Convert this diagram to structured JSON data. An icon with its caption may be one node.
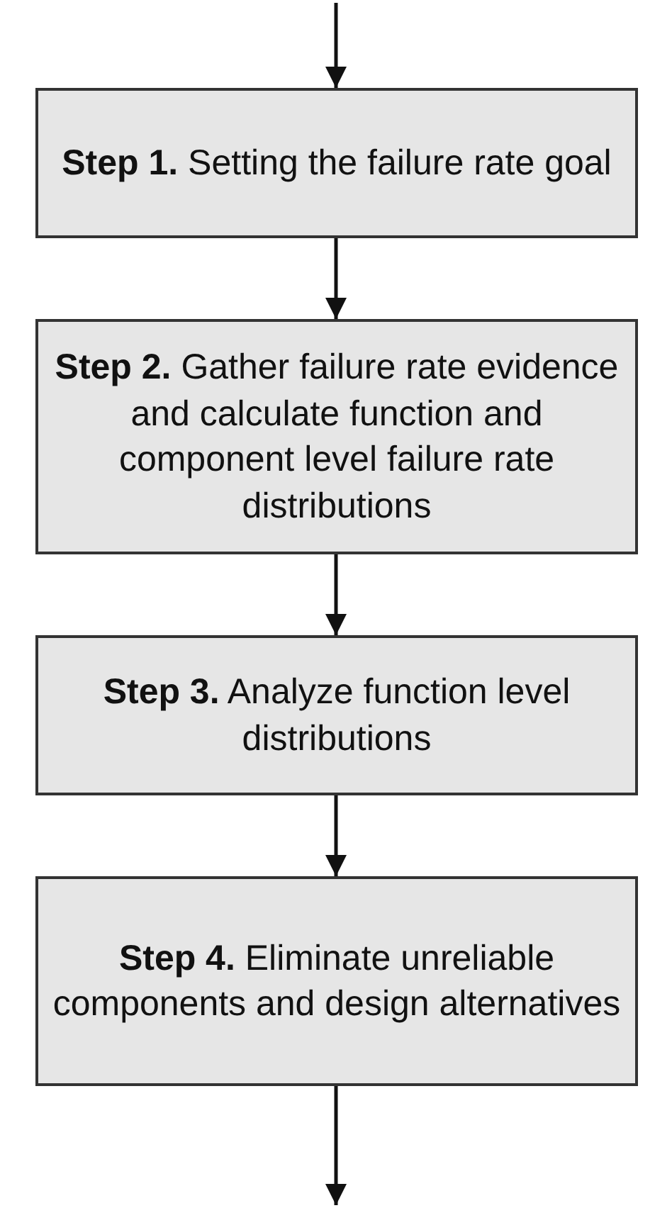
{
  "diagram": {
    "nodes": [
      {
        "text": [
          "**Step 1.** Setting the failure rate goal"
        ]
      },
      {
        "text": [
          "**Step 2.** Gather failure rate evidence and calculate function and component level failure rate distributions"
        ]
      },
      {
        "text": [
          "**Step 3.** Analyze function level distributions"
        ]
      },
      {
        "text": [
          "**Step 4.** Eliminate unreliable components and design alternatives"
        ]
      }
    ],
    "edges": [
      {
        "from": null,
        "to": 0,
        "arrow": "to"
      },
      {
        "from": 0,
        "to": 1,
        "arrow": "to"
      },
      {
        "from": 1,
        "to": 2,
        "arrow": "to"
      },
      {
        "from": 2,
        "to": 3,
        "arrow": "to"
      },
      {
        "from": 3,
        "to": null,
        "arrow": "to"
      }
    ]
  }
}
